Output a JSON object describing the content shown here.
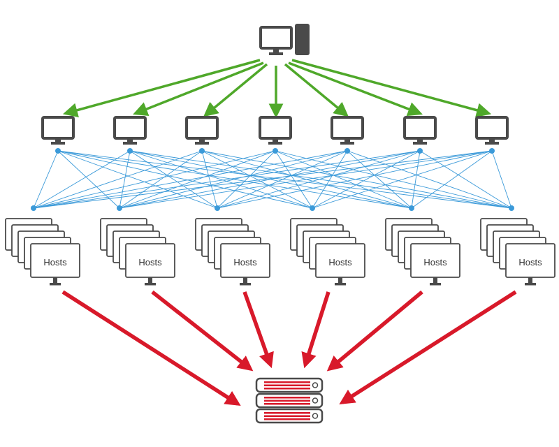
{
  "hosts": {
    "groups": [
      {
        "label": "Hosts"
      },
      {
        "label": "Hosts"
      },
      {
        "label": "Hosts"
      },
      {
        "label": "Hosts"
      },
      {
        "label": "Hosts"
      },
      {
        "label": "Hosts"
      }
    ]
  },
  "colors": {
    "control_arrows": "#4fa82a",
    "mesh_links": "#3b9ad9",
    "data_arrows": "#d8192a",
    "device_outline": "#4a4a4a",
    "server_stripes": "#d8192a"
  },
  "icons": {
    "controller": "desktop-computer-with-tower-icon",
    "agent": "monitor-icon",
    "host": "monitor-icon",
    "storage": "server-rack-icon"
  }
}
